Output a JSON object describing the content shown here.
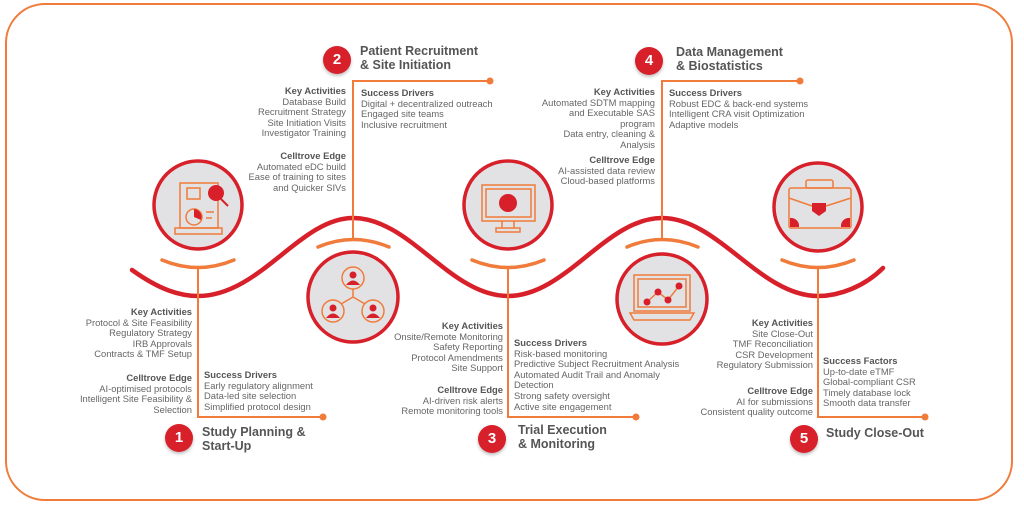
{
  "colors": {
    "accent_red": "#d7202a",
    "accent_orange": "#f07b3a",
    "circle_fill": "#e2e2e4",
    "text": "#666666"
  },
  "stages": [
    {
      "number": "1",
      "title": [
        "Study Planning &",
        "Start-Up"
      ],
      "icon": "document-analysis-icon",
      "key_activities": {
        "heading": "Key Activities",
        "items": [
          "Protocol & Site Feasibility",
          "Regulatory Strategy",
          "IRB Approvals",
          "Contracts & TMF Setup"
        ]
      },
      "edge": {
        "heading": "Celltrove Edge",
        "items": [
          "AI-optimised protocols",
          "Intelligent Site Feasibility &",
          "Selection"
        ]
      },
      "drivers": {
        "heading": "Success Drivers",
        "items": [
          "Early regulatory alignment",
          "Data-led site selection",
          "Simplified protocol design"
        ]
      }
    },
    {
      "number": "2",
      "title": [
        "Patient Recruitment",
        "& Site Initiation"
      ],
      "icon": "people-network-icon",
      "key_activities": {
        "heading": "Key Activities",
        "items": [
          "Database Build",
          "Recruitment Strategy",
          "Site Initiation Visits",
          "Investigator Training"
        ]
      },
      "edge": {
        "heading": "Celltrove Edge",
        "items": [
          "Automated eDC build",
          "Ease of training to sites",
          "and Quicker SIVs"
        ]
      },
      "drivers": {
        "heading": "Success Drivers",
        "items": [
          "Digital + decentralized outreach",
          "Engaged site teams",
          "Inclusive recruitment"
        ]
      }
    },
    {
      "number": "3",
      "title": [
        "Trial Execution",
        "& Monitoring"
      ],
      "icon": "monitor-icon",
      "key_activities": {
        "heading": "Key Activities",
        "items": [
          "Onsite/Remote Monitoring",
          "Safety Reporting",
          "Protocol Amendments",
          "Site Support"
        ]
      },
      "edge": {
        "heading": "Celltrove Edge",
        "items": [
          "AI-driven risk alerts",
          "Remote monitoring tools"
        ]
      },
      "drivers": {
        "heading": "Success Drivers",
        "items": [
          "Risk-based monitoring",
          "Predictive Subject Recruitment Analysis",
          "Automated Audit Trail and Anomaly",
          "Detection",
          "Strong safety oversight",
          "Active site engagement"
        ]
      }
    },
    {
      "number": "4",
      "title": [
        "Data Management",
        "& Biostatistics"
      ],
      "icon": "laptop-chart-icon",
      "key_activities": {
        "heading": "Key Activities",
        "items": [
          "Automated SDTM mapping",
          "and Executable SAS",
          "program",
          "Data entry, cleaning &",
          "Analysis"
        ]
      },
      "edge": {
        "heading": "Celltrove Edge",
        "items": [
          "AI-assisted data review",
          "Cloud-based platforms"
        ]
      },
      "drivers": {
        "heading": "Success Drivers",
        "items": [
          "Robust EDC & back-end systems",
          "Intelligent CRA visit Optimization",
          "Adaptive models"
        ]
      }
    },
    {
      "number": "5",
      "title": [
        "Study Close-Out"
      ],
      "icon": "briefcase-icon",
      "key_activities": {
        "heading": "Key Activities",
        "items": [
          "Site Close-Out",
          "TMF Reconciliation",
          "CSR Development",
          "Regulatory Submission"
        ]
      },
      "edge": {
        "heading": "Celltrove Edge",
        "items": [
          "AI for submissions",
          "Consistent quality outcome"
        ]
      },
      "drivers": {
        "heading": "Success Factors",
        "items": [
          "Up-to-date eTMF",
          "Global-compliant CSR",
          "Timely database lock",
          "Smooth data transfer"
        ]
      }
    }
  ]
}
